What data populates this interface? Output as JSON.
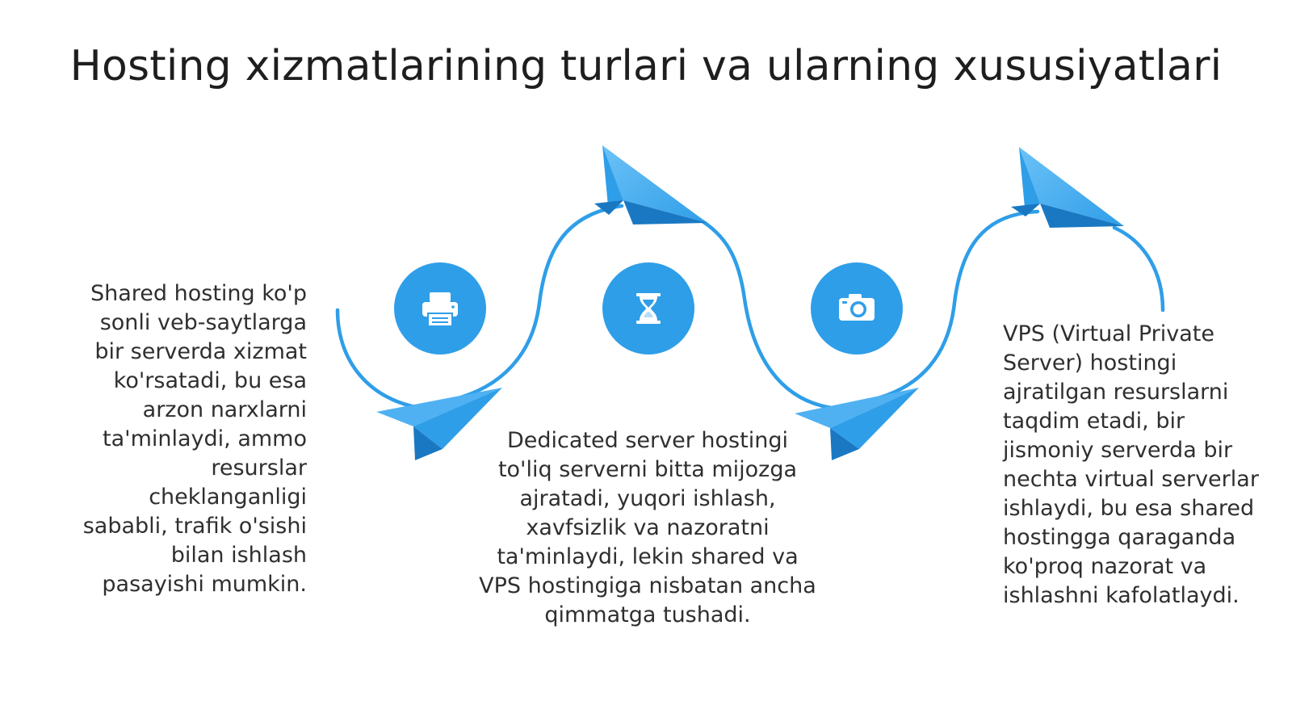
{
  "title": "Hosting xizmatlarining turlari va ularning xususiyatlari",
  "colors": {
    "accent": "#2f9ee8",
    "accent_light": "#4fb1f2",
    "accent_dark": "#1a78c2",
    "text": "#2f2f2f"
  },
  "steps": [
    {
      "icon": "printer-icon",
      "text": "Shared hosting ko'p sonli veb-saytlarga bir serverda xizmat ko'rsatadi, bu esa arzon narxlarni ta'minlaydi, ammo resurslar cheklanganligi sababli, trafik o'sishi bilan ishlash pasayishi mumkin."
    },
    {
      "icon": "hourglass-icon",
      "text": "Dedicated server hostingi to'liq serverni bitta mijozga ajratadi, yuqori ishlash, xavfsizlik va nazoratni ta'minlaydi, lekin shared va VPS hostingiga nisbatan ancha qimmatga tushadi."
    },
    {
      "icon": "camera-icon",
      "text": "VPS (Virtual Private Server) hostingi ajratilgan resurslarni taqdim etadi, bir jismoniy serverda bir nechta virtual serverlar ishlaydi, bu esa shared hostingga qaraganda ko'proq nazorat va ishlashni kafolatlaydi."
    }
  ]
}
